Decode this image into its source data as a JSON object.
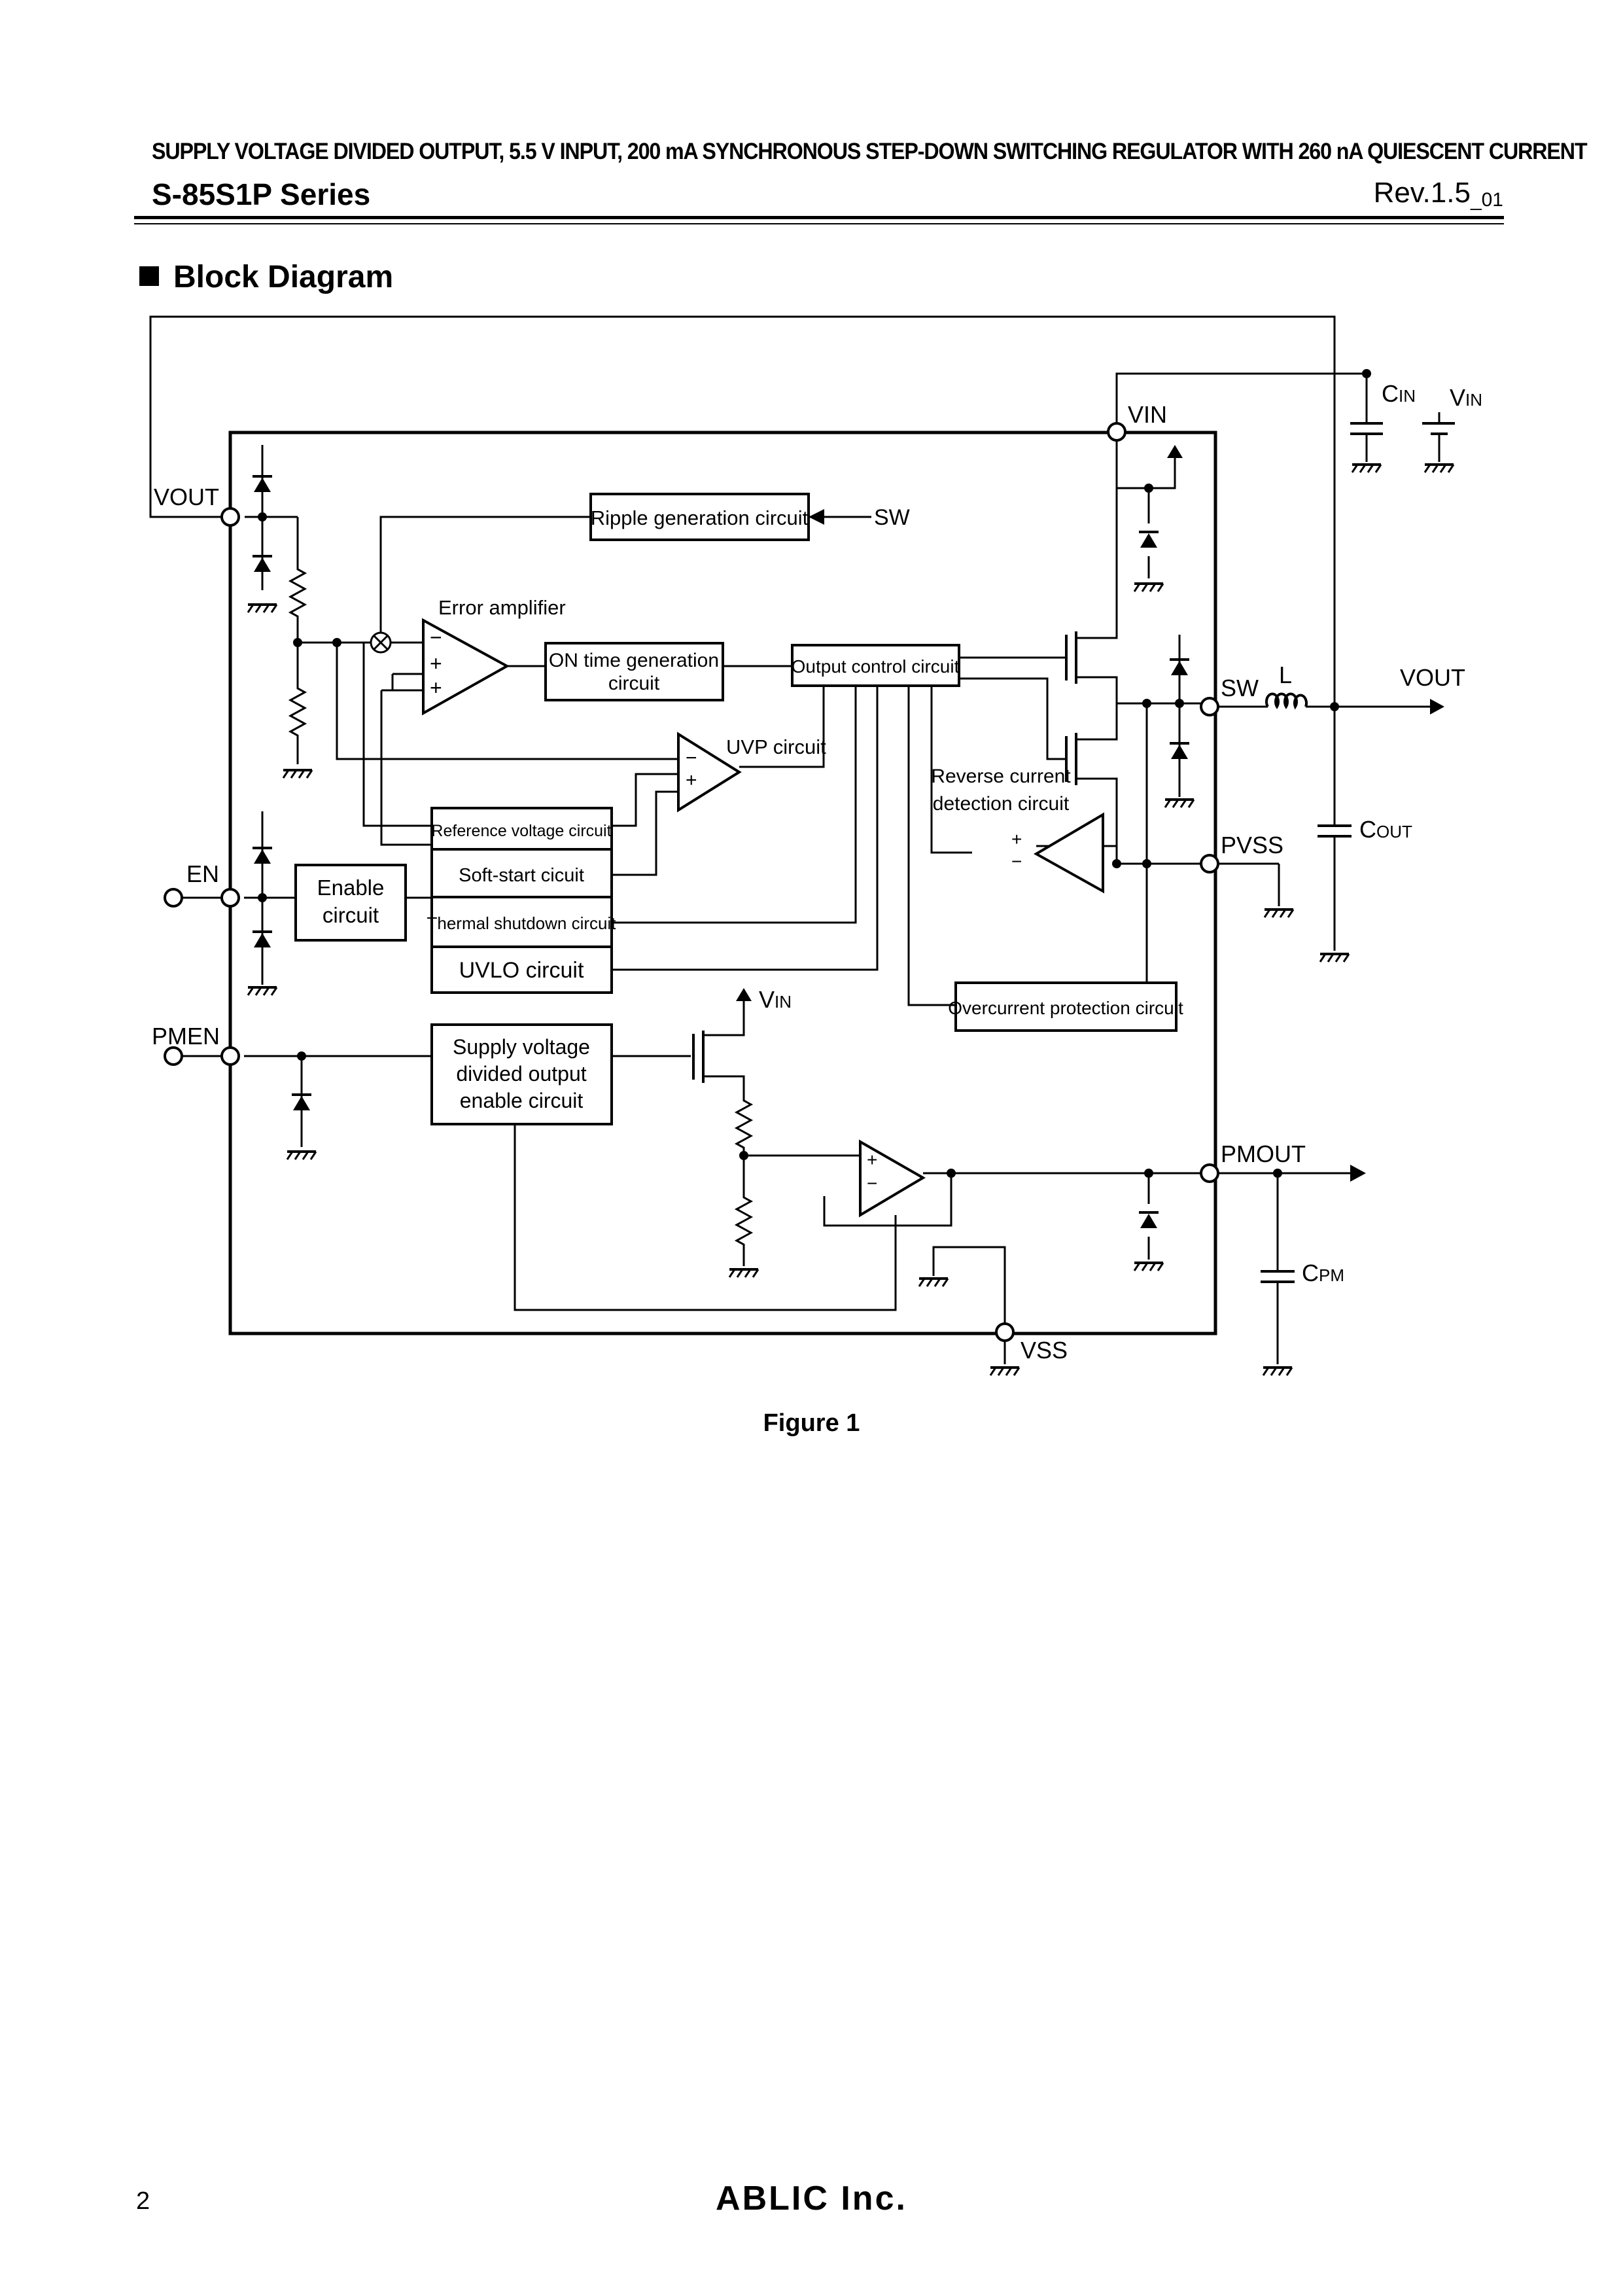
{
  "header": {
    "title": "SUPPLY VOLTAGE DIVIDED OUTPUT, 5.5 V INPUT, 200 mA SYNCHRONOUS STEP-DOWN SWITCHING REGULATOR WITH 260 nA QUIESCENT CURRENT",
    "series": "S-85S1P Series",
    "revision": "Rev.1.5",
    "revision_suffix": "_01"
  },
  "section": {
    "heading": "Block Diagram"
  },
  "diagram": {
    "pins": {
      "vout_in": "VOUT",
      "en": "EN",
      "pmen": "PMEN",
      "vin": "VIN",
      "sw": "SW",
      "pvss": "PVSS",
      "pmout": "PMOUT",
      "vss": "VSS",
      "vout_out": "VOUT"
    },
    "blocks": {
      "ripple": "Ripple generation circuit",
      "ripple_input": "SW",
      "error_amp": "Error amplifier",
      "on_time_line1": "ON time generation",
      "on_time_line2": "circuit",
      "output_control": "Output control circuit",
      "uvp": "UVP circuit",
      "reference": "Reference voltage circuit",
      "soft_start": "Soft-start cicuit",
      "thermal": "Thermal shutdown circuit",
      "uvlo": "UVLO circuit",
      "enable_line1": "Enable",
      "enable_line2": "circuit",
      "reverse_line1": "Reverse current",
      "reverse_line2": "detection circuit",
      "overcurrent": "Overcurrent protection circuit",
      "supply_line1": "Supply voltage",
      "supply_line2": "divided output",
      "supply_line3": "enable circuit"
    },
    "components": {
      "cin_main": "C",
      "cin_sub": "IN",
      "vin_src_main": "V",
      "vin_src_sub": "IN",
      "inductor": "L",
      "cout_main": "C",
      "cout_sub": "OUT",
      "cpm_main": "C",
      "cpm_sub": "PM",
      "vin_int_main": "V",
      "vin_int_sub": "IN"
    },
    "opamp_signs": {
      "minus": "−",
      "plus": "+"
    }
  },
  "figure": {
    "caption": "Figure 1"
  },
  "footer": {
    "page_number": "2",
    "company": "ABLIC Inc."
  }
}
